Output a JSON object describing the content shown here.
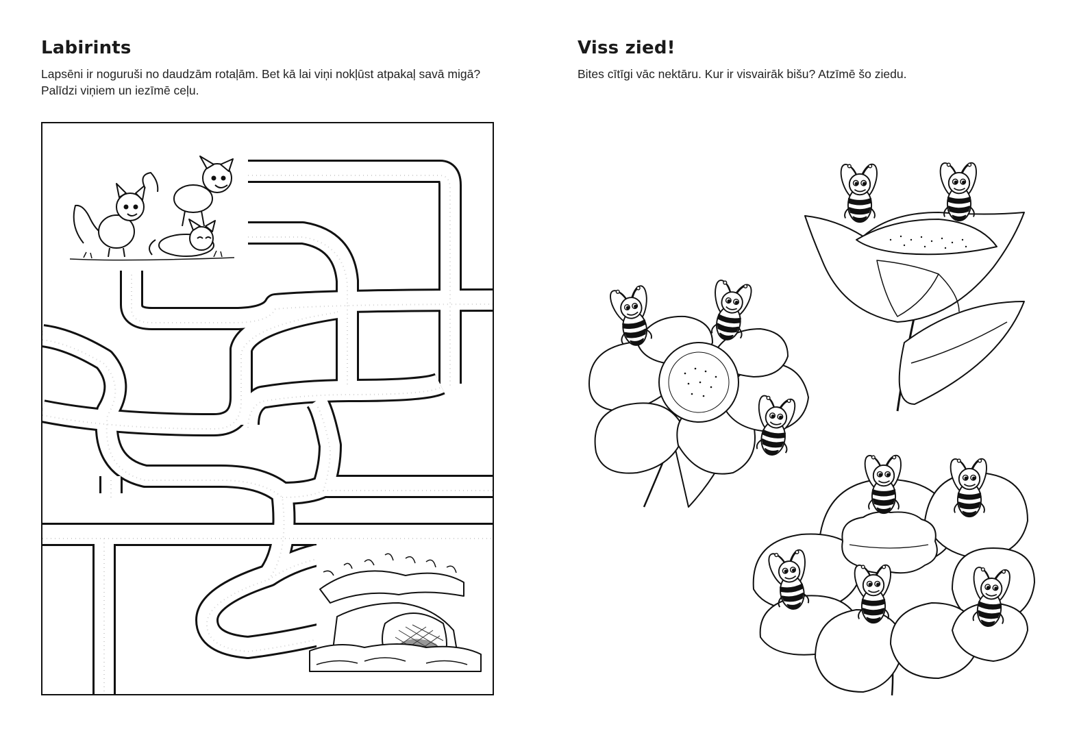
{
  "left": {
    "title": "Labirints",
    "description": "Lapsēni ir noguruši no daudzām rotaļām. Bet kā lai viņi nokļūst atpakaļ savā migā? Palīdzi viņiem un iezīmē ceļu."
  },
  "right": {
    "title": "Viss zied!",
    "description": "Bites cītīgi vāc nektāru. Kur ir visvairāk bišu? Atzīmē šo ziedu."
  },
  "maze": {
    "start_picture": "fox-cubs",
    "goal_picture": "fox-den",
    "path_color": "#ffffff",
    "line_color": "#111111"
  },
  "flowers": [
    {
      "name": "daisy-flower",
      "bee_count": 3
    },
    {
      "name": "tulip-flower",
      "bee_count": 2
    },
    {
      "name": "round-petal-flower",
      "bee_count": 5
    }
  ]
}
